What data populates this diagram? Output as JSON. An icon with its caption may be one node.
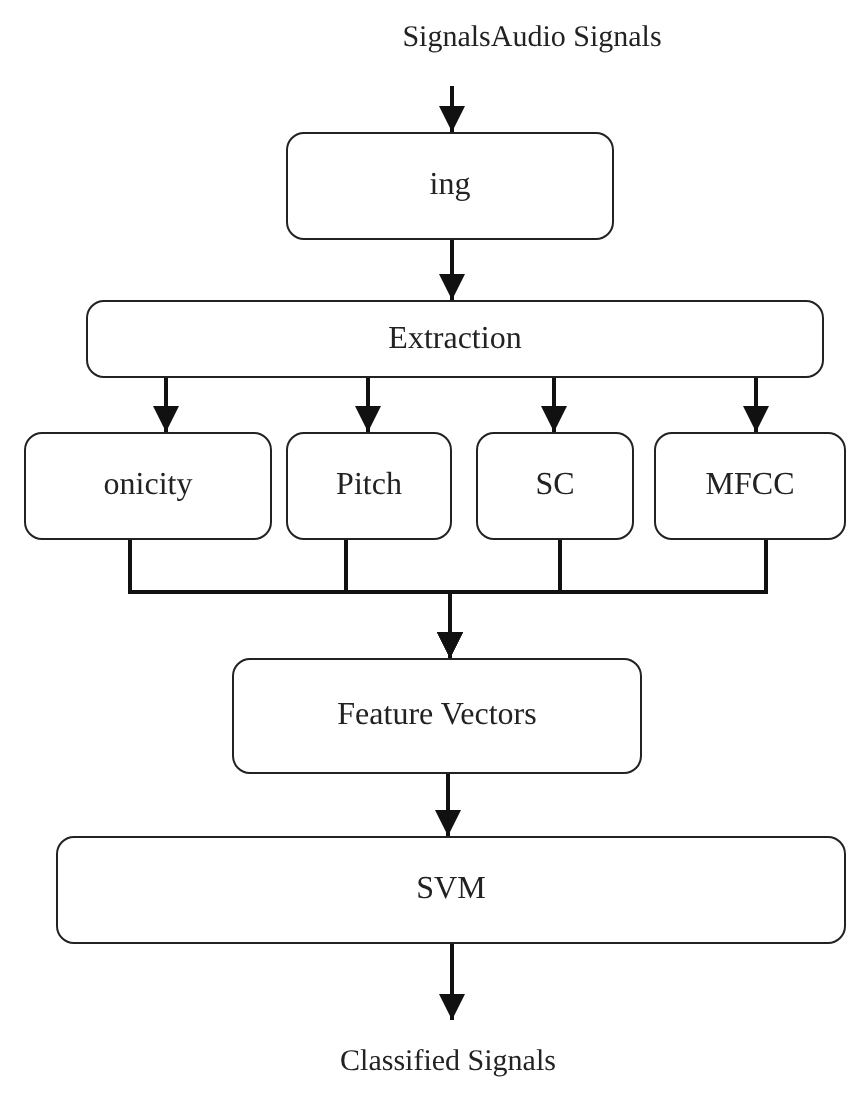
{
  "diagram": {
    "nodes": [
      {
        "text": [
          "SignalsAudio Signals"
        ]
      },
      {
        "text": [
          "ing"
        ]
      },
      {
        "text": [
          "Extraction"
        ]
      },
      {
        "text": [
          "onicity"
        ]
      },
      {
        "text": [
          "Pitch"
        ]
      },
      {
        "text": [
          "SC"
        ]
      },
      {
        "text": [
          "MFCC"
        ]
      },
      {
        "text": [
          "Feature Vectors"
        ]
      },
      {
        "text": [
          "SVM"
        ]
      },
      {
        "text": [
          "Classified Signals"
        ]
      }
    ],
    "edges": [
      {
        "from": 0,
        "to": 1,
        "arrow": "to"
      },
      {
        "from": 1,
        "to": 2,
        "arrow": "to"
      },
      {
        "from": 2,
        "to": 3,
        "arrow": "to"
      },
      {
        "from": 2,
        "to": 4,
        "arrow": "to"
      },
      {
        "from": 2,
        "to": 5,
        "arrow": "to"
      },
      {
        "from": 2,
        "to": 6,
        "arrow": "to"
      },
      {
        "from": 3,
        "to": 7,
        "arrow": "to"
      },
      {
        "from": 4,
        "to": 7,
        "arrow": "to"
      },
      {
        "from": 5,
        "to": 7,
        "arrow": "to"
      },
      {
        "from": 6,
        "to": 7,
        "arrow": "to"
      },
      {
        "from": 7,
        "to": 8,
        "arrow": "to"
      },
      {
        "from": 8,
        "to": 9,
        "arrow": "to"
      }
    ]
  }
}
